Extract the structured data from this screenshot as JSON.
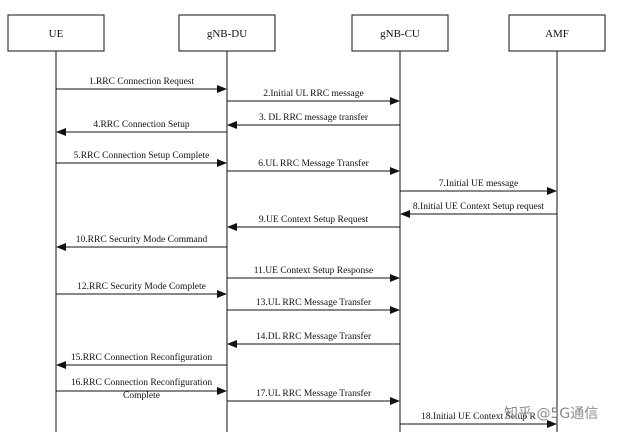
{
  "entities": [
    {
      "id": "ue",
      "label": "UE"
    },
    {
      "id": "gnb_du",
      "label": "gNB-DU"
    },
    {
      "id": "gnb_cu",
      "label": "gNB-CU"
    },
    {
      "id": "amf",
      "label": "AMF"
    }
  ],
  "messages": [
    {
      "from": "ue",
      "to": "gnb_du",
      "label": "1.RRC Connection Request"
    },
    {
      "from": "gnb_du",
      "to": "gnb_cu",
      "label": "2.Initial UL RRC message"
    },
    {
      "from": "gnb_cu",
      "to": "gnb_du",
      "label": "3. DL RRC message transfer"
    },
    {
      "from": "gnb_du",
      "to": "ue",
      "label": "4.RRC Connection Setup"
    },
    {
      "from": "ue",
      "to": "gnb_du",
      "label": "5.RRC Connection Setup Complete"
    },
    {
      "from": "gnb_du",
      "to": "gnb_cu",
      "label": "6.UL RRC Message Transfer"
    },
    {
      "from": "gnb_cu",
      "to": "amf",
      "label": "7.Initial UE message"
    },
    {
      "from": "amf",
      "to": "gnb_cu",
      "label": "8.Initial UE Context Setup request"
    },
    {
      "from": "gnb_cu",
      "to": "gnb_du",
      "label": "9.UE Context Setup Request"
    },
    {
      "from": "gnb_du",
      "to": "ue",
      "label": "10.RRC Security Mode Command"
    },
    {
      "from": "gnb_du",
      "to": "gnb_cu",
      "label": "11.UE Context Setup Response"
    },
    {
      "from": "ue",
      "to": "gnb_du",
      "label": "12.RRC Security Mode Complete"
    },
    {
      "from": "gnb_du",
      "to": "gnb_cu",
      "label": "13.UL RRC Message Transfer"
    },
    {
      "from": "gnb_cu",
      "to": "gnb_du",
      "label": "14.DL RRC Message Transfer"
    },
    {
      "from": "gnb_du",
      "to": "ue",
      "label": "15.RRC Connection Reconfiguration"
    },
    {
      "from": "ue",
      "to": "gnb_du",
      "label": "16.RRC Connection Reconfiguration",
      "label2": "Complete"
    },
    {
      "from": "gnb_du",
      "to": "gnb_cu",
      "label": "17.UL RRC Message Transfer"
    },
    {
      "from": "gnb_cu",
      "to": "amf",
      "label": "18.Initial UE Context Setup R"
    }
  ],
  "watermark": "知乎 @5G通信"
}
